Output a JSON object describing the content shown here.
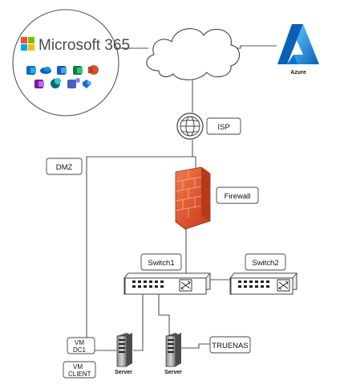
{
  "microsoft365": {
    "title": "Microsoft 365"
  },
  "azure": {
    "label": "Azure"
  },
  "labels": {
    "isp": "ISP",
    "dmz": "DMZ",
    "firewall": "Firewall",
    "switch1": "Switch1",
    "switch2": "Switch2",
    "truenas": "TRUENAS",
    "vm_dc1_line1": "VM",
    "vm_dc1_line2": "DC1",
    "vm_client_line1": "VM",
    "vm_client_line2": "CLIENT",
    "server1": "Server",
    "server2": "Server"
  },
  "colors": {
    "ms_red": "#f25022",
    "ms_green": "#7fba00",
    "ms_blue": "#00a4ef",
    "ms_yellow": "#ffb900",
    "azure_blue": "#0078d4",
    "firewall_orange": "#e8542b"
  }
}
